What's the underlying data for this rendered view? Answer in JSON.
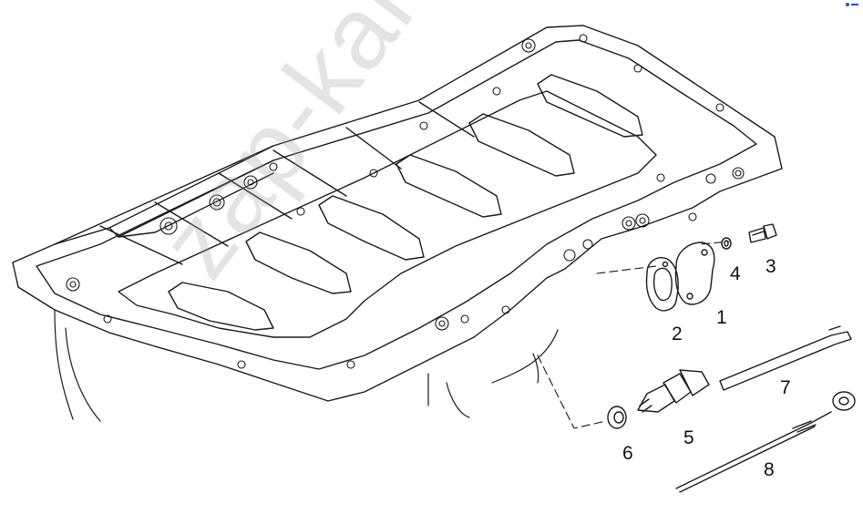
{
  "watermark": "zap-kam.ru",
  "callouts": {
    "c1": "1",
    "c2": "2",
    "c3": "3",
    "c4": "4",
    "c5": "5",
    "c6": "6",
    "c7": "7",
    "c8": "8"
  },
  "colors": {
    "line": "#1a1a1a",
    "paper": "#ffffff",
    "watermark": "#9aa0a8",
    "logo": "#2b4fd8"
  }
}
